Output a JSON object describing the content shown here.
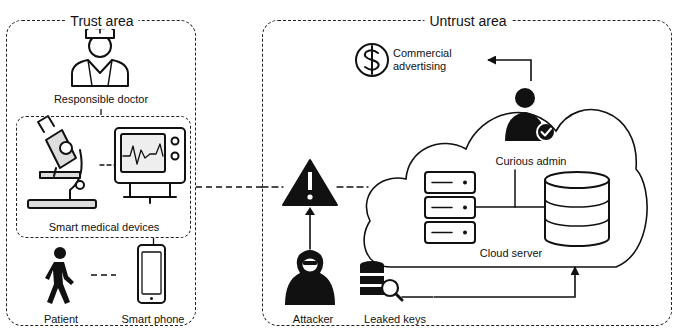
{
  "diagram": {
    "nodes": [
      {
        "text": [
          "Trust area"
        ]
      },
      {
        "text": [
          "Responsible doctor"
        ],
        "in": 0
      },
      {
        "text": [
          "Smart medical devices"
        ],
        "in": 0
      },
      {
        "text": [
          "Patient"
        ],
        "in": 0
      },
      {
        "text": [
          "Smart phone"
        ],
        "in": 0
      },
      {
        "text": [
          "Untrust area"
        ]
      },
      {
        "text": [
          "Commercial advertising"
        ],
        "in": 5
      },
      {
        "text": [
          "Cloud server"
        ],
        "in": 5
      },
      {
        "text": [
          "Curious admin"
        ],
        "in": 7
      },
      {
        "text": [
          "Attacker"
        ],
        "in": 5
      },
      {
        "text": [
          "Leaked keys"
        ],
        "in": 5
      }
    ],
    "edges": [
      {
        "from": 1,
        "to": 2,
        "arrow": "none"
      },
      {
        "from": 2,
        "to": 4,
        "arrow": "none"
      },
      {
        "from": 3,
        "to": 4,
        "arrow": "none"
      },
      {
        "from": 0,
        "to": 5,
        "arrow": "none"
      },
      {
        "from": 8,
        "to": 6,
        "arrow": "to"
      },
      {
        "from": 10,
        "to": 7,
        "arrow": "to"
      }
    ]
  }
}
